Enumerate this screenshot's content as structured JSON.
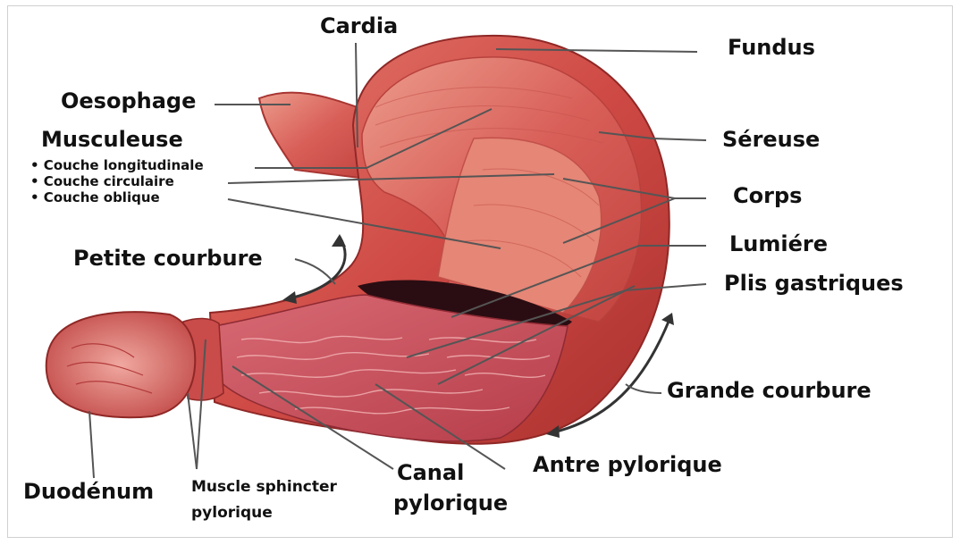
{
  "diagram": {
    "labels": {
      "cardia": "Cardia",
      "fundus": "Fundus",
      "oesophage": "Oesophage",
      "musculeuse": "Musculeuse",
      "couche_longitudinale": "• Couche longitudinale",
      "couche_circulaire": "• Couche circulaire",
      "couche_oblique": "• Couche oblique",
      "sereuse": "Séreuse",
      "corps": "Corps",
      "lumiere": "Lumiére",
      "plis_gastriques": "Plis gastriques",
      "petite_courbure": "Petite courbure",
      "grande_courbure": "Grande courbure",
      "duodenum": "Duodénum",
      "muscle_sphincter_1": "Muscle sphincter",
      "muscle_sphincter_2": "pylorique",
      "canal_1": "Canal",
      "canal_2": "pylorique",
      "antre_pylorique": "Antre pylorique"
    },
    "colors": {
      "serosa_outer": "#c9403b",
      "muscle": "#d9605a",
      "muscle_light": "#e88b7c",
      "mucosa": "#c94f5a",
      "lumen": "#2a0d12",
      "leader": "#555555"
    }
  }
}
